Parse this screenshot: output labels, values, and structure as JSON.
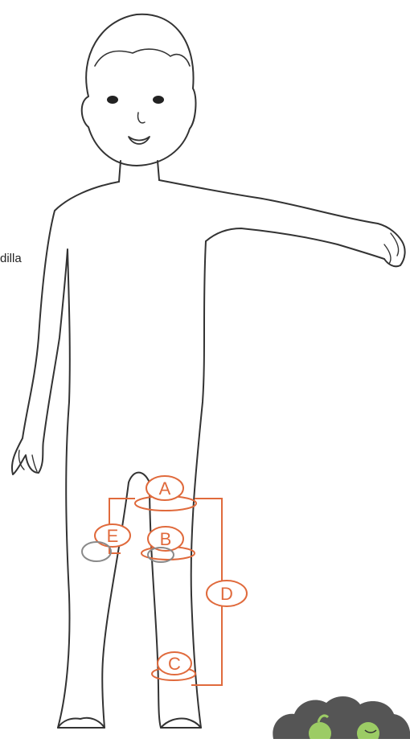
{
  "side_label": "dilla",
  "labels": {
    "A": "A",
    "B": "B",
    "C": "C",
    "D": "D",
    "E": "E"
  },
  "colors": {
    "accent": "#e06a3c",
    "line": "#333333",
    "marker_gray": "#8a8a8a",
    "leaf": "#9ccc65",
    "cloud": "#555555"
  }
}
